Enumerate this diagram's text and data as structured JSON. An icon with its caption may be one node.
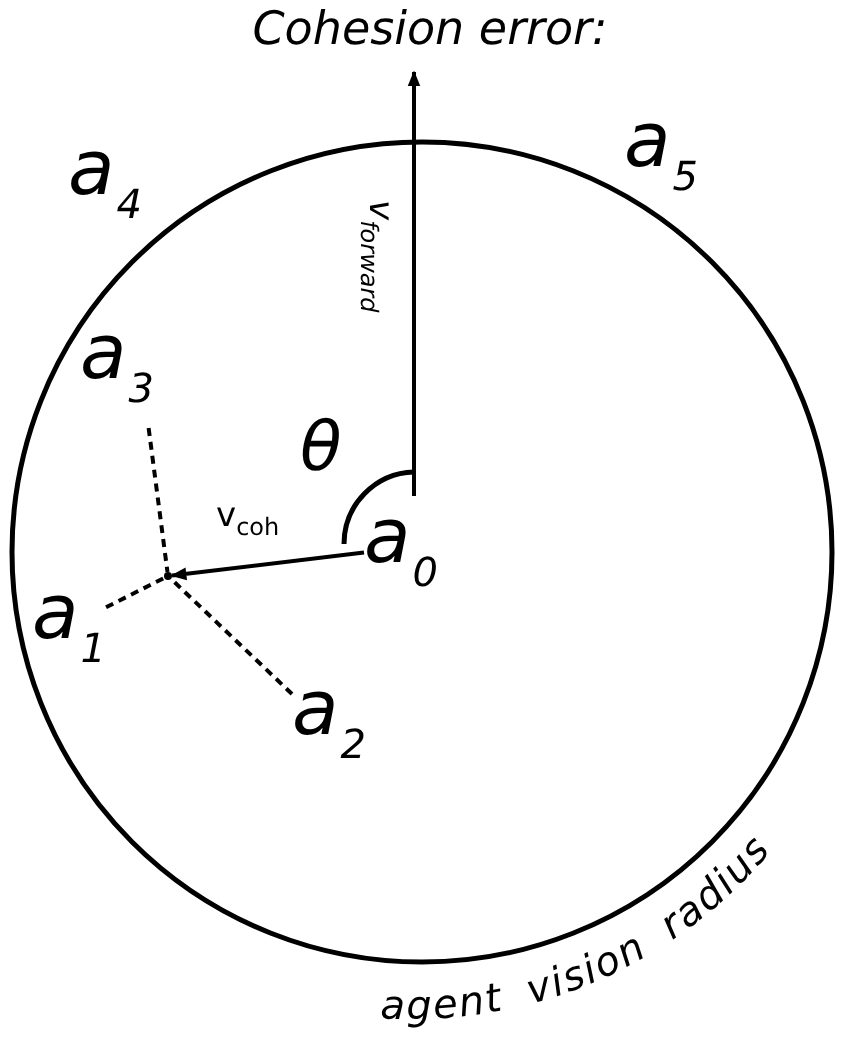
{
  "diagram": {
    "title": "Cohesion error:",
    "nodes": [
      {
        "text": [
          "a$_{0}$"
        ]
      },
      {
        "text": [
          "a$_{1}$"
        ]
      },
      {
        "text": [
          "a$_{2}$"
        ]
      },
      {
        "text": [
          "a$_{3}$"
        ]
      },
      {
        "text": [
          "a$_{4}$"
        ]
      },
      {
        "text": [
          "a$_{5}$"
        ]
      },
      {
        "text": [],
        "shape": "point"
      }
    ],
    "edges": [
      {
        "from": 0,
        "to": 6,
        "arrow": "to",
        "label": "v$_{coh}$"
      },
      {
        "from": 0,
        "to": null,
        "arrow": "to",
        "label": "v$_{forward}$"
      },
      {
        "from": 1,
        "to": 6,
        "arrow": "none",
        "style": "dashed"
      },
      {
        "from": 2,
        "to": 6,
        "arrow": "none",
        "style": "dashed"
      },
      {
        "from": 3,
        "to": 6,
        "arrow": "none",
        "style": "dashed"
      }
    ],
    "labels": [
      "θ",
      "agent vision radius"
    ]
  }
}
